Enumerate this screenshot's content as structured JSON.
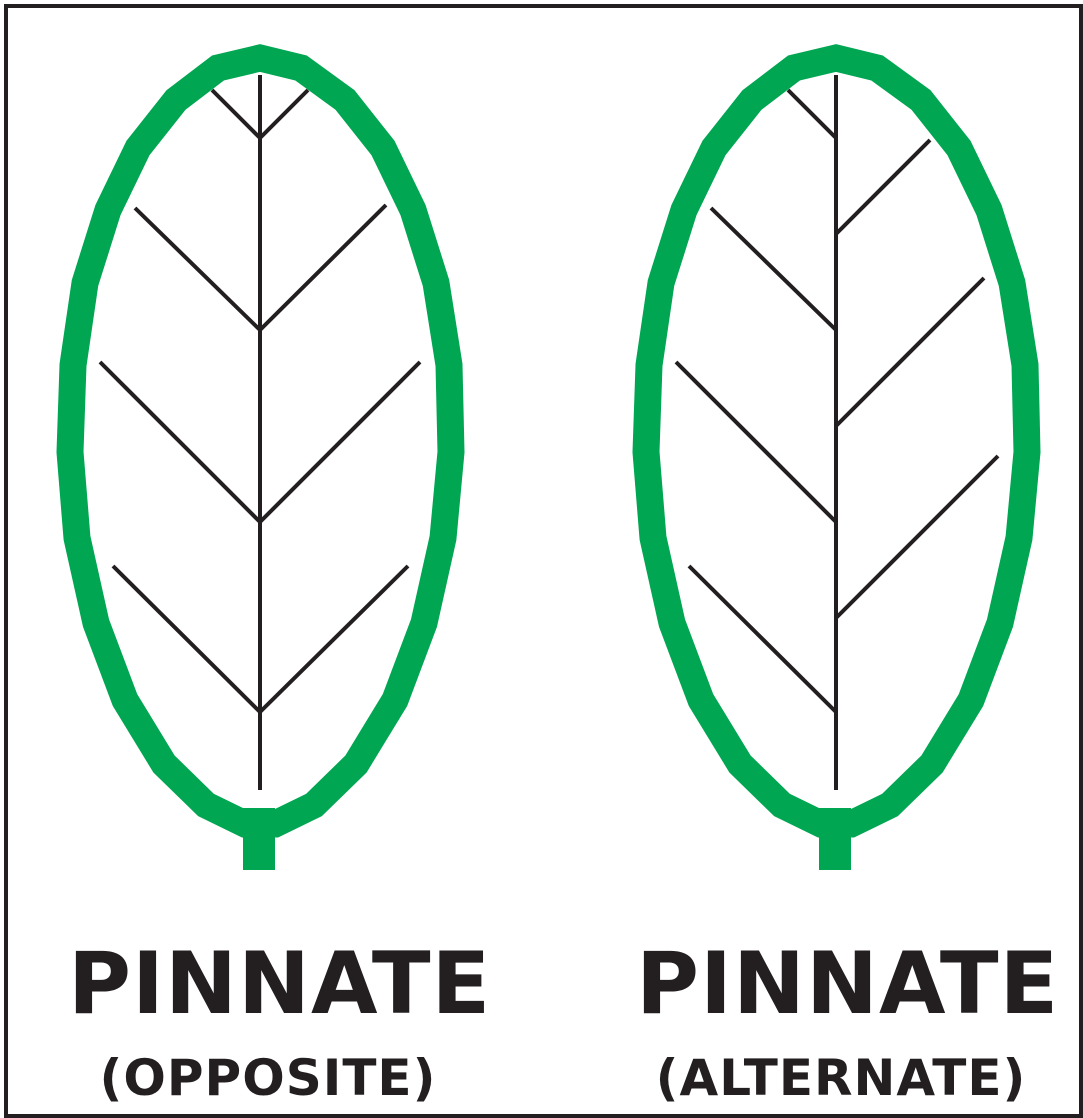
{
  "colors": {
    "leaf_outline": "#00a651",
    "vein": "#231f20",
    "frame": "#231f20",
    "text": "#231f20",
    "background": "#ffffff"
  },
  "leaves": [
    {
      "type": "opposite",
      "title": "PINNATE",
      "subtitle": "(OPPOSITE)"
    },
    {
      "type": "alternate",
      "title": "PINNATE",
      "subtitle": "(ALTERNATE)"
    }
  ]
}
